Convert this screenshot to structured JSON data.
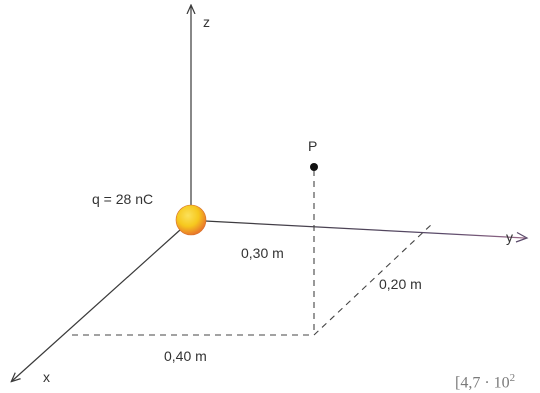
{
  "axes": {
    "z_label": "z",
    "y_label": "y",
    "x_label": "x"
  },
  "charge": {
    "label": "q = 28 nC",
    "color_center": "#f6c81e",
    "color_edge": "#e9782a"
  },
  "point": {
    "label": "P"
  },
  "dimensions": {
    "height": "0,30 m",
    "y_distance": "0,20 m",
    "x_distance": "0,40 m"
  },
  "answer": {
    "partial_text": "[4,7 · 10",
    "exponent": "2"
  },
  "colors": {
    "axis": "#3a3a3a",
    "y_axis_gradient_end": "#9a6a8a",
    "dashes": "#444444"
  }
}
